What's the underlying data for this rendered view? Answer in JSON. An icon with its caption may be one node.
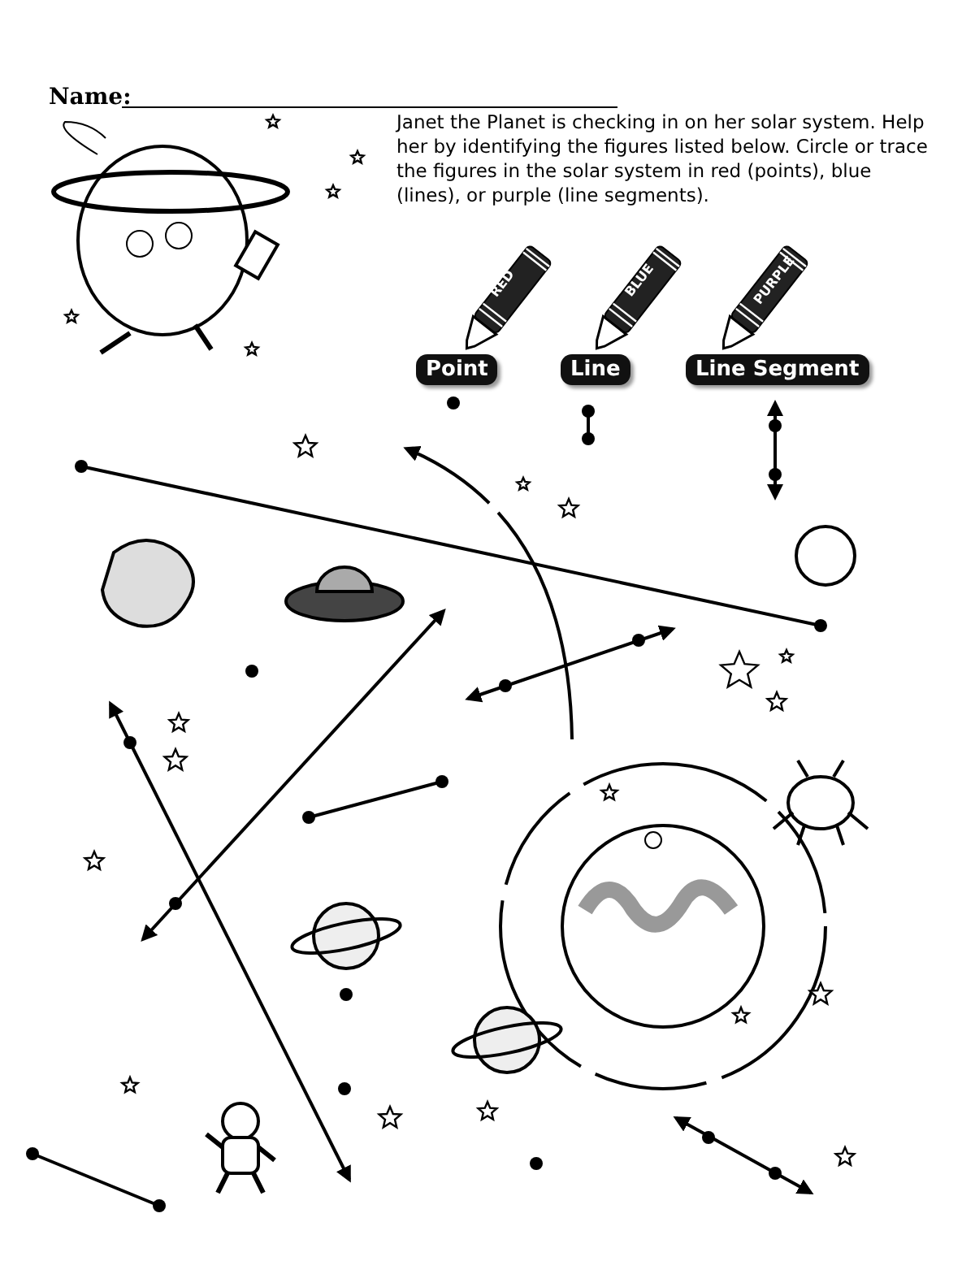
{
  "diagram": {
    "labels": [
      "Name:",
      "Janet the Planet is checking in on her solar system. Help her by identifying the figures listed below. Circle or trace the figures in the solar system in red (points), blue (lines), or purple (line segments).",
      "RED",
      "BLUE",
      "PURPLE",
      "Point",
      "Line",
      "Line Segment"
    ]
  }
}
